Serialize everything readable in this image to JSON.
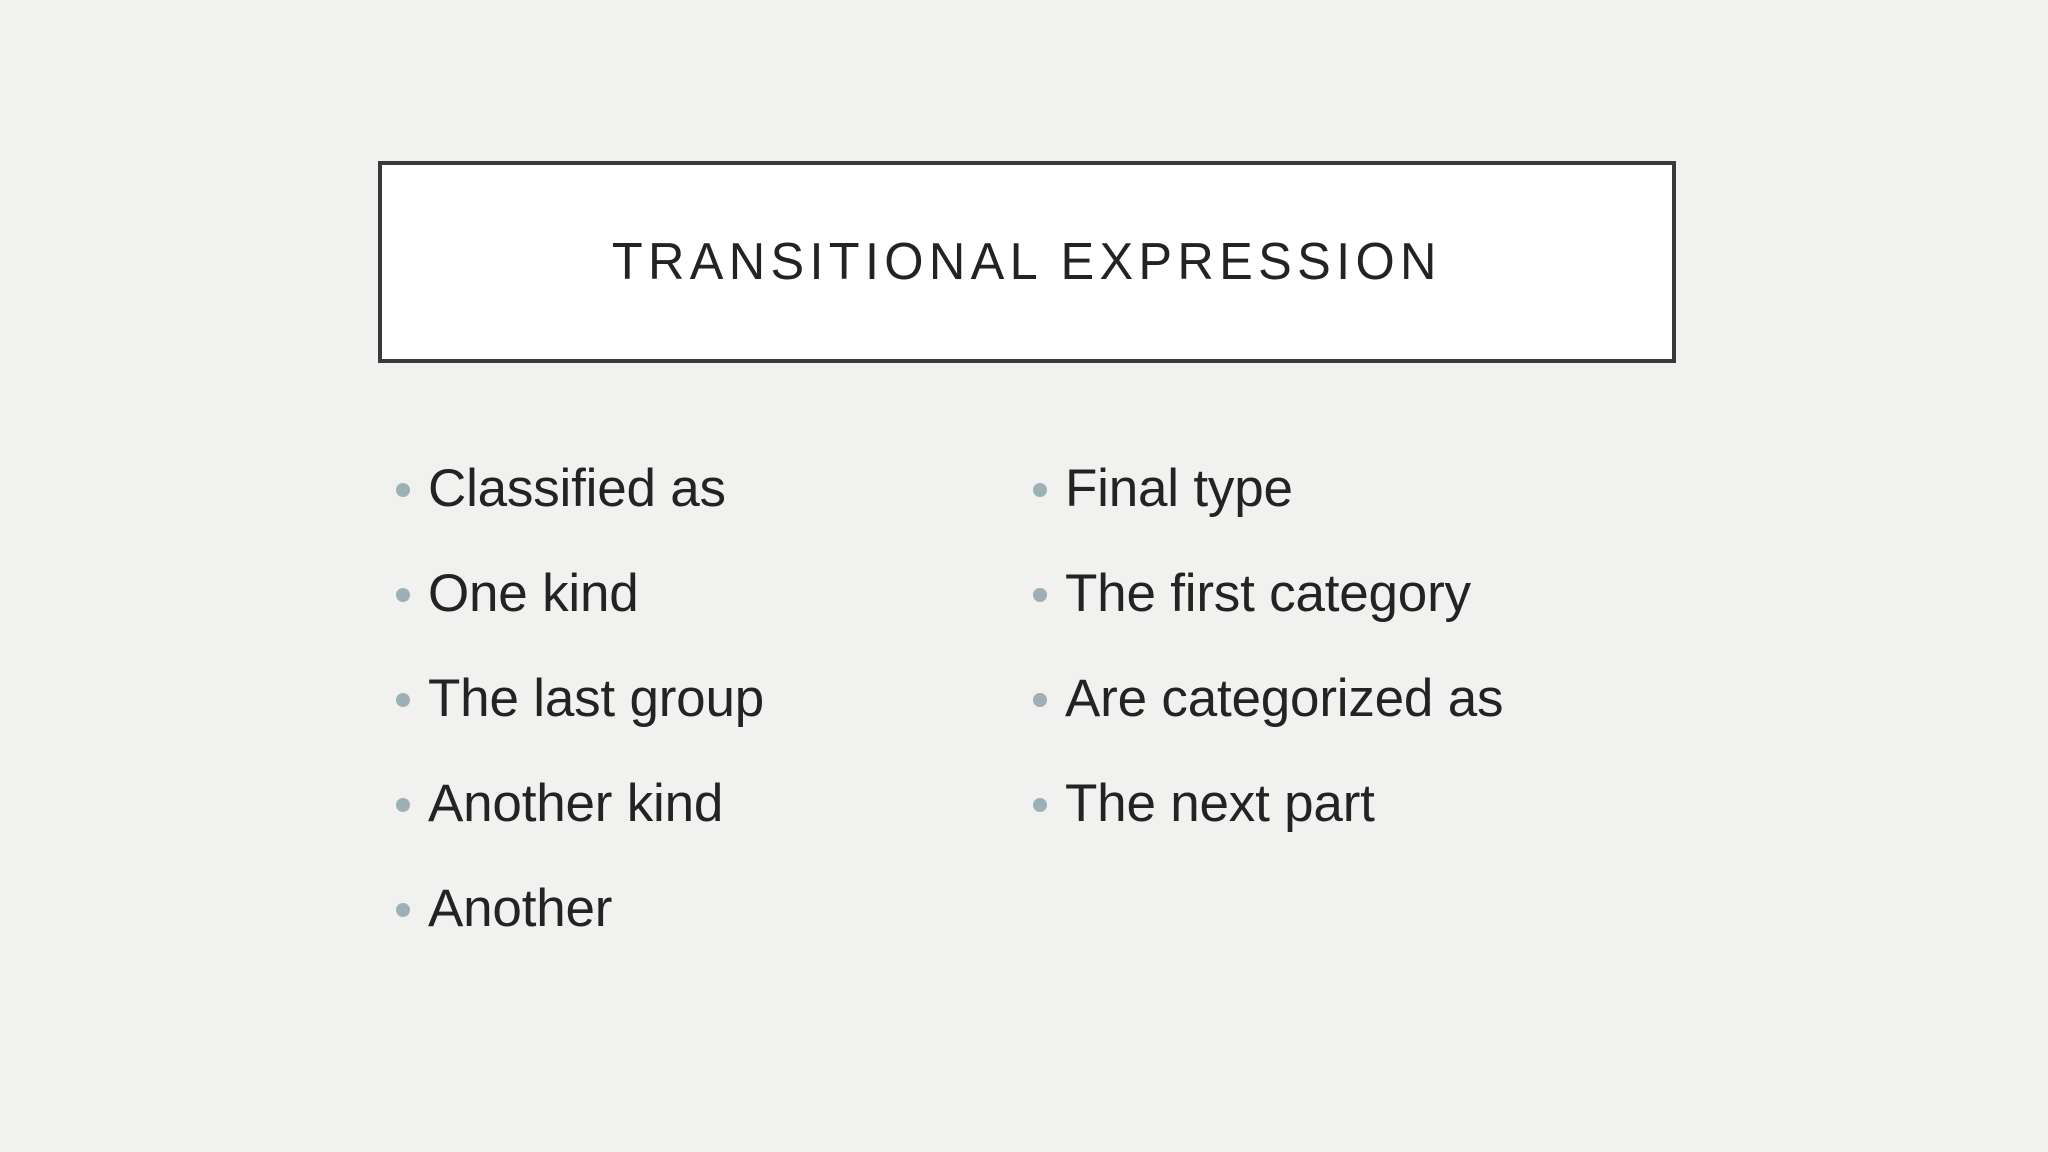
{
  "slide": {
    "background_color": "#F1F1F0",
    "title": {
      "text": "TRANSITIONAL EXPRESSION",
      "text_color": "#232323",
      "box_fill_color": "#FFFFFF",
      "box_border_color": "#3A3A3C"
    },
    "bullet_marker_color": "#9DB0B5",
    "body_text_color": "#232323",
    "columns": [
      {
        "name": "left-column",
        "items": [
          {
            "label": "Classified as"
          },
          {
            "label": "One kind"
          },
          {
            "label": "The last group"
          },
          {
            "label": "Another kind"
          },
          {
            "label": "Another"
          }
        ]
      },
      {
        "name": "right-column",
        "items": [
          {
            "label": "Final type"
          },
          {
            "label": "The first category"
          },
          {
            "label": "Are categorized as"
          },
          {
            "label": "The next part"
          }
        ]
      }
    ]
  }
}
